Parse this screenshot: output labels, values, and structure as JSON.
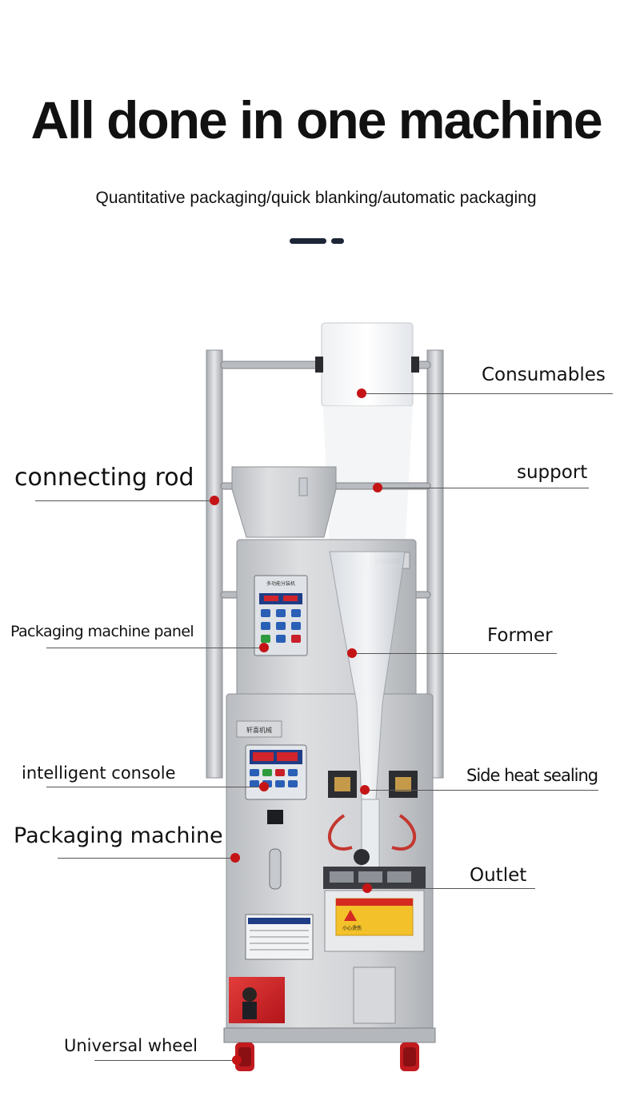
{
  "header": {
    "title": "All done in one machine",
    "subtitle": "Quantitative packaging/quick blanking/automatic packaging"
  },
  "machine": {
    "brand_badge": "轩喜机械",
    "panel_title": "多功能分装机",
    "warning_title": "小心烫伤",
    "colors": {
      "accent_dot": "#c51416",
      "steel": "#c9cbce",
      "dark_navy": "#1d2637"
    }
  },
  "callouts": {
    "consumables": "Consumables",
    "connecting_rod": "connecting rod",
    "support": "support",
    "panel": "Packaging machine panel",
    "former": "Former",
    "console": "intelligent console",
    "side_heat_sealing": "Side heat sealing",
    "packaging_machine": "Packaging machine",
    "outlet": "Outlet",
    "universal_wheel": "Universal wheel"
  }
}
